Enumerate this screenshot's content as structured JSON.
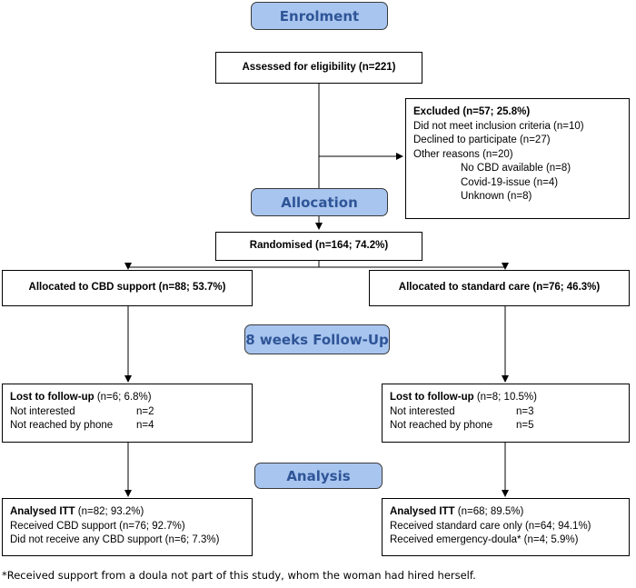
{
  "phases": {
    "enrolment": "Enrolment",
    "allocation": "Allocation",
    "followup": "8 weeks Follow-Up",
    "analysis": "Analysis"
  },
  "assessed": "Assessed for eligibility (n=221)",
  "excluded": {
    "title": "Excluded (n=57; 25.8%)",
    "lines": [
      "Did not meet inclusion criteria (n=10)",
      "Declined to participate (n=27)",
      "Other reasons (n=20)"
    ],
    "sub": [
      "No CBD available (n=8)",
      "Covid-19-issue (n=4)",
      "Unknown (n=8)"
    ]
  },
  "randomised": "Randomised (n=164; 74.2%)",
  "arms": {
    "left": {
      "allocated": "Allocated to CBD support (n=88; 53.7%)",
      "lost_label": "Lost to follow-up",
      "lost_value": " (n=6; 6.8%)",
      "lost_rows": [
        {
          "reason": "Not interested",
          "n": "n=2"
        },
        {
          "reason": "Not reached by phone",
          "n": "n=4"
        }
      ],
      "analysed_label": "Analysed ITT",
      "analysed_value": " (n=82; 93.2%)",
      "analysed_lines": [
        "Received CBD support (n=76; 92.7%)",
        "Did not receive any CBD support (n=6; 7.3%)"
      ]
    },
    "right": {
      "allocated": "Allocated to standard care (n=76; 46.3%)",
      "lost_label": "Lost to follow-up",
      "lost_value": " (n=8; 10.5%)",
      "lost_rows": [
        {
          "reason": "Not interested",
          "n": "n=3"
        },
        {
          "reason": "Not reached by phone",
          "n": "n=5"
        }
      ],
      "analysed_label": "Analysed ITT",
      "analysed_value": " (n=68; 89.5%)",
      "analysed_lines": [
        "Received standard care only (n=64; 94.1%)",
        "Received emergency-doula* (n=4; 5.9%)"
      ]
    }
  },
  "footnote": "*Received support from a doula not part of this study, whom the woman had hired herself."
}
